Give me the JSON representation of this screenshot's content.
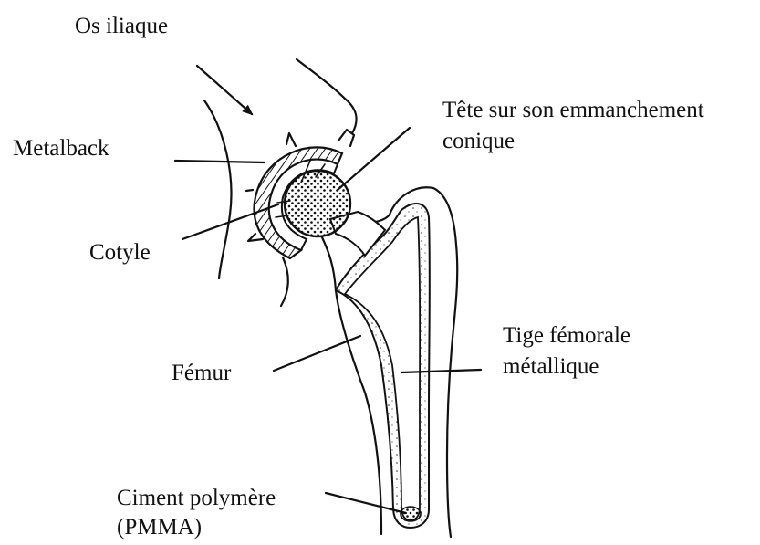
{
  "labels": {
    "os_iliaque": "Os iliaque",
    "metalback": "Metalback",
    "cotyle": "Cotyle",
    "tete_line1": "Tête sur son emmanchement",
    "tete_line2": "conique",
    "femur": "Fémur",
    "tige_line1": "Tige fémorale",
    "tige_line2": "métallique",
    "ciment_line1": "Ciment polymère",
    "ciment_line2": "(PMMA)"
  }
}
